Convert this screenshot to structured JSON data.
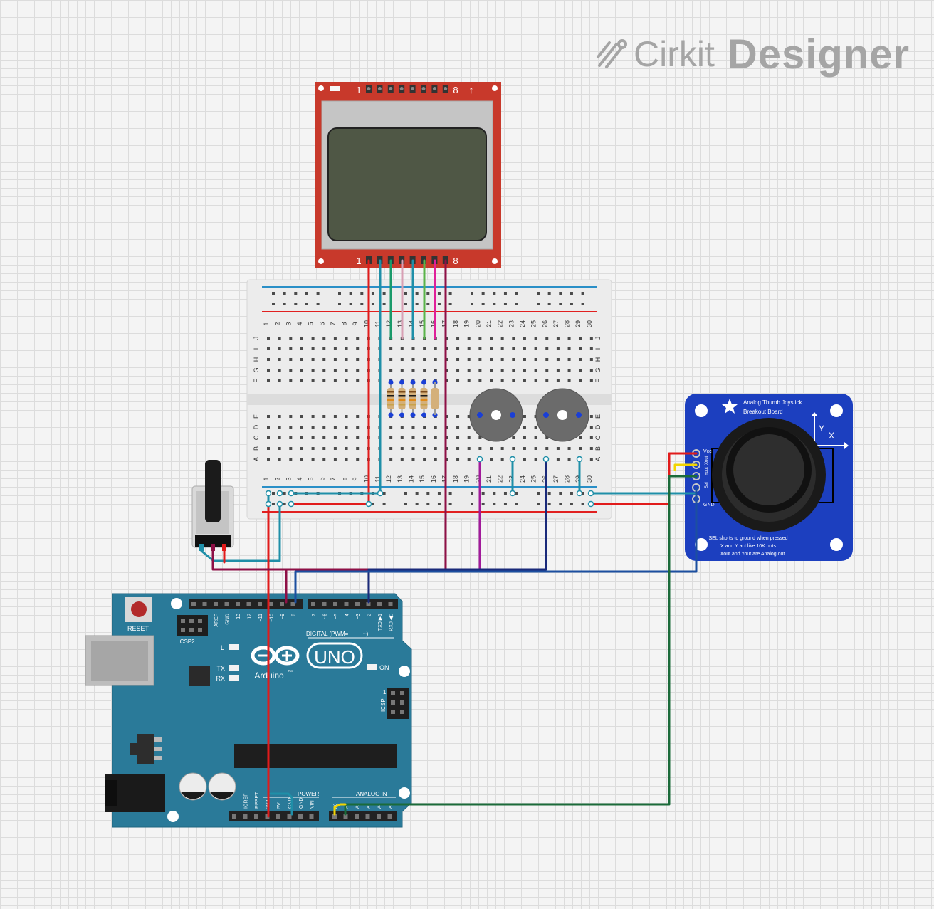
{
  "brand": {
    "name_light": "Cirkit",
    "name_bold": "Designer"
  },
  "lcd": {
    "pin_first": "1",
    "pin_last": "8",
    "arrow": "↑"
  },
  "breadboard": {
    "columns": [
      "1",
      "2",
      "3",
      "4",
      "5",
      "6",
      "7",
      "8",
      "9",
      "10",
      "11",
      "12",
      "13",
      "14",
      "15",
      "16",
      "17",
      "18",
      "19",
      "20",
      "21",
      "22",
      "23",
      "24",
      "25",
      "26",
      "27",
      "28",
      "29",
      "30"
    ],
    "rows_top": [
      "J",
      "I",
      "H",
      "G",
      "F"
    ],
    "rows_bottom": [
      "E",
      "D",
      "C",
      "B",
      "A"
    ]
  },
  "joystick": {
    "title_line1": "Analog Thumb Joystick",
    "title_line2": "Breakout Board",
    "axis_y": "Y",
    "axis_x": "X",
    "pins": [
      "Vcc",
      "Xout",
      "Yout",
      "Sel",
      "GND"
    ],
    "note_line1": "SEL shorts to ground when pressed",
    "note_line2": "X and Y act like 10K pots",
    "note_line3": "Xout and Yout are Analog out"
  },
  "arduino": {
    "reset": "RESET",
    "icsp2": "ICSP2",
    "icsp": "ICSP",
    "digital_pins": [
      "AREF",
      "GND",
      "13",
      "12",
      "~11",
      "~10",
      "~9",
      "8",
      "7",
      "~6",
      "~5",
      "4",
      "~3",
      "2",
      "TX0 ▶1",
      "RX0 ◀0"
    ],
    "digital_label": "DIGITAL (PWM=",
    "pwm_symbol": "~)",
    "led_l": "L",
    "led_tx": "TX",
    "led_rx": "RX",
    "on": "ON",
    "brand": "Arduino",
    "tm": "™",
    "model": "UNO",
    "icsp_num": "1",
    "power_label": "POWER",
    "power_pins": [
      "IOREF",
      "RESET",
      "3V3",
      "5V",
      "GND",
      "GND",
      "VIN"
    ],
    "analog_label": "ANALOG IN",
    "analog_pins": [
      "A0",
      "A1",
      "A2",
      "A3",
      "A4",
      "A5"
    ]
  },
  "colors": {
    "arduino_board": "#2a7a99",
    "joystick_board": "#1c3fbf",
    "lcd_board": "#c8392b",
    "wire_red": "#e11b1b",
    "wire_teal": "#1f8fa8",
    "wire_maroon": "#8e1046",
    "wire_navy": "#1a2a7a",
    "wire_green": "#1b6b3a",
    "wire_yellow": "#f2d400",
    "wire_magenta": "#a11a9a"
  }
}
